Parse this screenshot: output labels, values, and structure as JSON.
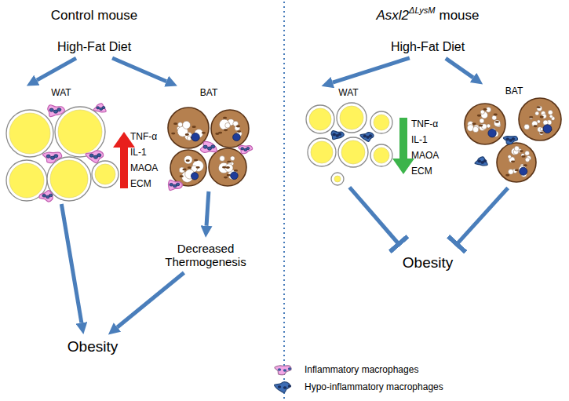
{
  "diagram": {
    "nodes": [
      {
        "text": [
          "High-Fat Diet"
        ]
      },
      {
        "text": [
          "WAT"
        ]
      },
      {
        "text": [
          "BAT"
        ]
      },
      {
        "text": [
          "Decreased Thermogenesis"
        ]
      },
      {
        "text": [
          "Obesity"
        ]
      },
      {
        "text": [
          "High-Fat Diet"
        ]
      },
      {
        "text": [
          "WAT"
        ]
      },
      {
        "text": [
          "BAT"
        ]
      },
      {
        "text": [
          "Obesity"
        ]
      }
    ],
    "edges": [
      {
        "from": 0,
        "to": 1,
        "arrow": "to"
      },
      {
        "from": 0,
        "to": 2,
        "arrow": "to"
      },
      {
        "from": 2,
        "to": 3,
        "arrow": "to"
      },
      {
        "from": 3,
        "to": 4,
        "arrow": "to"
      },
      {
        "from": 1,
        "to": 4,
        "arrow": "to"
      },
      {
        "from": 5,
        "to": 6,
        "arrow": "to"
      },
      {
        "from": 5,
        "to": 7,
        "arrow": "to"
      },
      {
        "from": 6,
        "to": 8,
        "arrow": "to"
      },
      {
        "from": 7,
        "to": 8,
        "arrow": "to"
      }
    ],
    "labels": [
      "Control mouse",
      "Asxl2",
      "ΔLysM",
      "mouse",
      "TNF-α",
      "IL-1",
      "MAOA",
      "ECM",
      "TNF-α",
      "IL-1",
      "MAOA",
      "ECM"
    ],
    "legend": [
      {
        "text": "Inflammatory macrophages",
        "color": "#f2a6e6"
      },
      {
        "text": "Hypo-inflammatory macrophages",
        "color": "#3d6db5"
      }
    ]
  }
}
